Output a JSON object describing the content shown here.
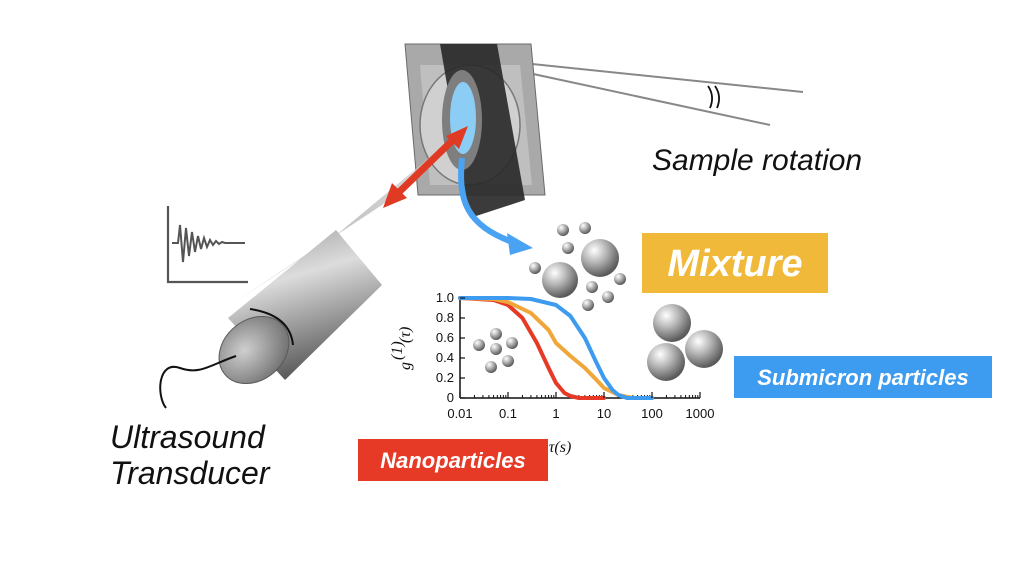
{
  "labels": {
    "sample_rotation": "Sample rotation",
    "ultrasound_line1": "Ultrasound",
    "ultrasound_line2": "Transducer",
    "mixture": "Mixture",
    "submicron": "Submicron particles",
    "nanoparticles": "Nanoparticles"
  },
  "colors": {
    "mixture_box": "#f0b93a",
    "submicron_box": "#3d9bf0",
    "nanoparticles_box": "#e63a27",
    "arrow_red": "#e03a24",
    "arrow_blue": "#4aa3f2"
  },
  "chart_data": {
    "type": "line",
    "ylabel_main": "g",
    "ylabel_sup": "(1)",
    "ylabel_arg": "(τ)",
    "xlabel": "τ(s)",
    "xscale": "log",
    "xlim": [
      0.01,
      1000
    ],
    "ylim": [
      0,
      1.0
    ],
    "xticks": [
      "0.01",
      "0.1",
      "1",
      "10",
      "100",
      "1000"
    ],
    "yticks": [
      "0",
      "0.2",
      "0.4",
      "0.6",
      "0.8",
      "1.0"
    ],
    "series": [
      {
        "color": "#e63a27",
        "x": [
          0.01,
          0.05,
          0.1,
          0.2,
          0.4,
          0.7,
          1,
          1.5,
          2,
          3,
          5,
          10
        ],
        "y": [
          1.0,
          0.98,
          0.93,
          0.8,
          0.55,
          0.3,
          0.15,
          0.05,
          0.02,
          0.0,
          0.0,
          0.0
        ]
      },
      {
        "color": "#f0a73a",
        "x": [
          0.01,
          0.05,
          0.1,
          0.3,
          0.7,
          1,
          2,
          4,
          7,
          10,
          20,
          40,
          100
        ],
        "y": [
          1.0,
          0.99,
          0.96,
          0.85,
          0.68,
          0.55,
          0.42,
          0.3,
          0.18,
          0.1,
          0.03,
          0.0,
          0.0
        ]
      },
      {
        "color": "#3d9bf0",
        "x": [
          0.01,
          0.1,
          0.3,
          1,
          2,
          4,
          7,
          10,
          15,
          20,
          30,
          100
        ],
        "y": [
          1.0,
          1.0,
          0.99,
          0.93,
          0.82,
          0.6,
          0.35,
          0.2,
          0.08,
          0.03,
          0.0,
          0.0
        ]
      }
    ]
  }
}
